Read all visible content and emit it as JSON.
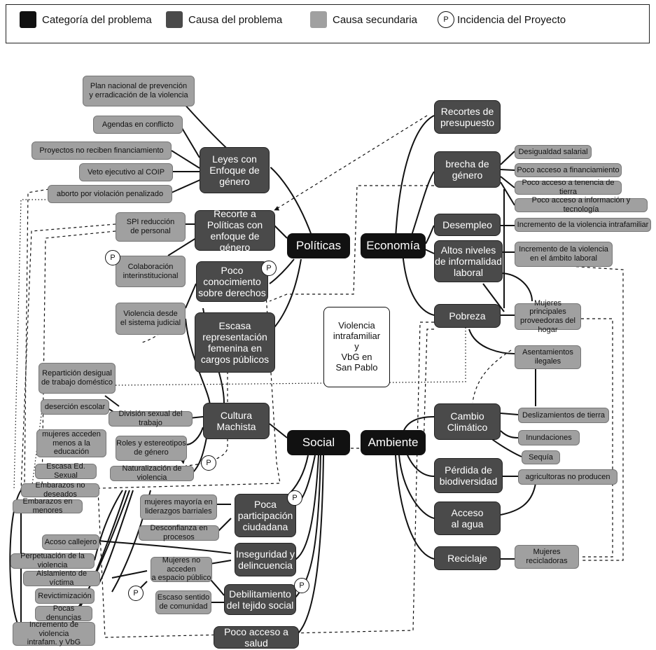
{
  "legend": {
    "categoria": "Categoría del problema",
    "causa": "Causa del problema",
    "secundaria": "Causa secundaria",
    "p_mark": "P",
    "incidencia": "Incidencia del Proyecto"
  },
  "colors": {
    "categoria": "#111111",
    "causa": "#4a4a4a",
    "secundaria": "#a0a0a0"
  },
  "center": "Violencia\nintrafamiliar\ny\nVbG en\nSan Pablo",
  "categories": {
    "politicas": "Políticas",
    "economia": "Economía",
    "social": "Social",
    "ambiente": "Ambiente"
  },
  "causes": {
    "leyes": "Leyes con\nEnfoque de\ngénero",
    "recorte": "Recorte a\nPolíticas con\nenfoque de género",
    "poco_conocimiento": "Poco\nconocimiento\nsobre derechos",
    "escasa_representacion": "Escasa\nrepresentación\nfemenina en\ncargos públicos",
    "cultura": "Cultura\nMachista",
    "recortes_presupuesto": "Recortes de\npresupuesto",
    "brecha": "brecha de\ngénero",
    "desempleo": "Desempleo",
    "informalidad": "Altos niveles\nde informalidad\nlaboral",
    "pobreza": "Pobreza",
    "cambio": "Cambio\nClimático",
    "perdida": "Pérdida de\nbiodiversidad",
    "acceso_agua": "Acceso\nal agua",
    "reciclaje": "Reciclaje",
    "poca_participacion": "Poca\nparticipación\nciudadana",
    "inseguridad": "Inseguridad y\ndelincuencia",
    "debilitamiento": "Debilitamiento\ndel tejido social",
    "salud": "Poco acceso a salud"
  },
  "secondary": {
    "plan": "Plan nacional de prevención\ny erradicación de la violencia",
    "agendas": "Agendas en conflicto",
    "proyectos": "Proyectos no reciben financiamiento",
    "veto": "Veto ejecutivo al COIP",
    "aborto": "aborto por violación penalizado",
    "spi": "SPI reducción\nde personal",
    "colaboracion": "Colaboración\ninterinstitucional",
    "violencia_judicial": "Violencia desde\nel sistema judicial",
    "reparticion": "Repartición desigual\nde trabajo doméstico",
    "desercion": "deserción escolar",
    "division": "División sexual del trabajo",
    "mujeres_educacion": "mujeres acceden\nmenos a la educación",
    "roles": "Roles y estereotipos\nde género",
    "escasa_ed": "Escasa Ed. Sexual",
    "naturalizacion": "Naturalización de violencia",
    "embarazos_no": "Embarazos no deseados",
    "embarazos_menores": "Embarazos en menores",
    "acoso": "Acoso callejero",
    "perpetuacion": "Perpetuación de la violencia",
    "aislamiento": "Aislamiento de víctima",
    "revictimizacion": "Revictimización",
    "pocas_denuncias": "Pocas denuncias",
    "incremento_vbg": "Incremento de violencia\nintrafam. y VbG",
    "mujeres_liderazgos": "mujeres mayoría en\nliderazgos barriales",
    "desconfianza": "Desconfianza en procesos",
    "mujeres_espacio": "Mujeres no acceden\na espacio público",
    "escaso_sentido": "Escaso sentido\nde comunidad",
    "desigualdad": "Desigualdad salarial",
    "financiamiento": "Poco acceso a financiamiento",
    "tierra": "Poco acceso a tenencia de tierra",
    "informacion": "Poco acceso a información y tecnología",
    "incremento_intra": "Incremento de la violencia intrafamiliar",
    "incremento_laboral": "Incremento de la violencia\nen el ámbito laboral",
    "proveedoras": "Mujeres principales\nproveedoras del hogar",
    "asentamientos": "Asentamientos\nilegales",
    "deslizamientos": "Deslizamientos de tierra",
    "inundaciones": "Inundaciones",
    "sequia": "Sequía",
    "agricultoras": "agricultoras no producen",
    "recicladoras": "Mujeres\nrecicladoras"
  },
  "p_marker": "P"
}
